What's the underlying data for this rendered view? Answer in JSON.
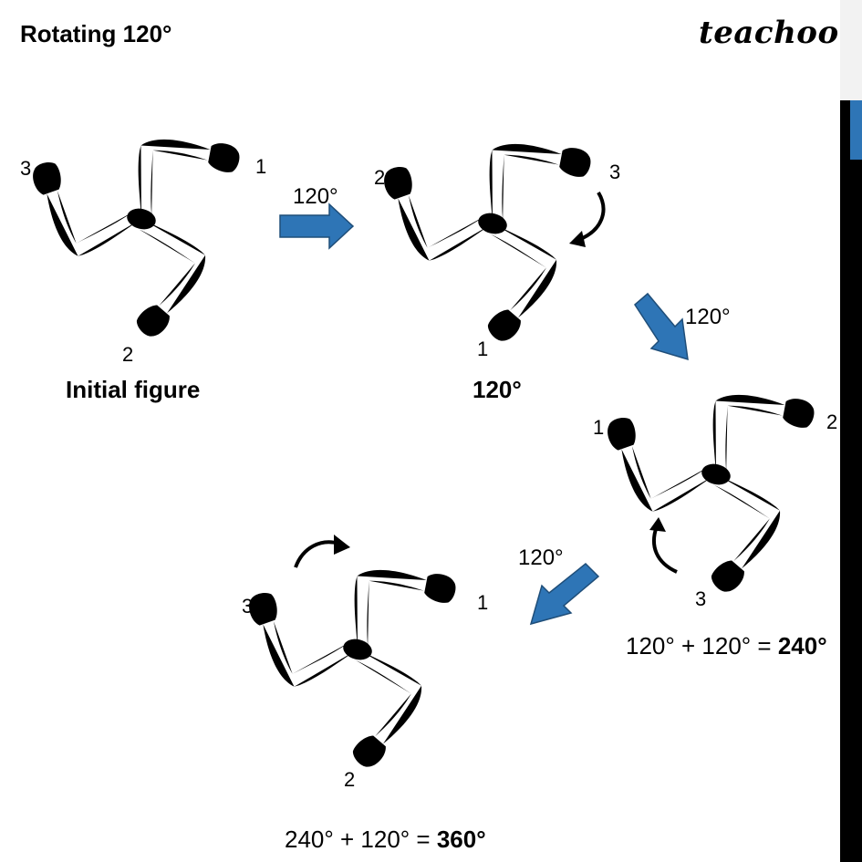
{
  "title": "Rotating 120°",
  "logo": "teachoo",
  "colors": {
    "arrow_fill": "#2e75b6",
    "arrow_stroke": "#1f4e79",
    "sidebar": "#000000",
    "sidebar_accent": "#2e75b6"
  },
  "figures": [
    {
      "rotation_deg": 0,
      "labels": [
        "3",
        "1",
        "2"
      ],
      "caption": "Initial figure"
    },
    {
      "rotation_deg": 120,
      "labels": [
        "2",
        "3",
        "1"
      ],
      "caption": "120°"
    },
    {
      "rotation_deg": 240,
      "labels": [
        "1",
        "2",
        "3"
      ],
      "caption_prefix": "120° + 120° = ",
      "caption_bold": "240°"
    },
    {
      "rotation_deg": 360,
      "labels": [
        "3",
        "1",
        "2"
      ],
      "caption_prefix": "240° + 120° = ",
      "caption_bold": "360°"
    }
  ],
  "arrows": [
    {
      "label": "120°",
      "direction": "right"
    },
    {
      "label": "120°",
      "direction": "down-right"
    },
    {
      "label": "120°",
      "direction": "down-left"
    }
  ],
  "icons": {
    "rotation_arrow": "curved-arrow-icon",
    "arm": "fist-icon"
  }
}
